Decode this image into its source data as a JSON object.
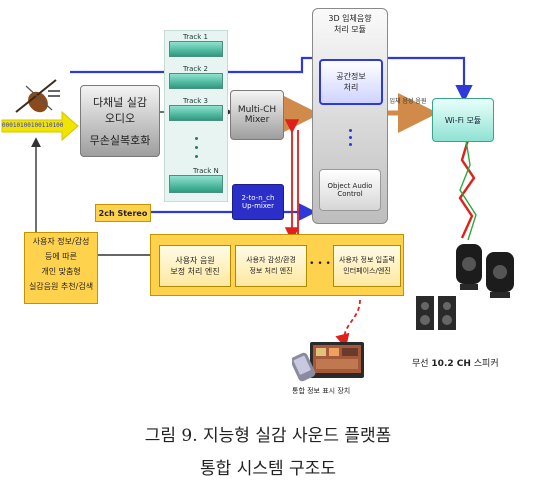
{
  "diagram": {
    "input": {
      "bitstream": "000101001001101001000100101"
    },
    "source": {
      "line1": "다채널 실감",
      "line2": "오디오",
      "line3": "무손실복호화"
    },
    "tracks": [
      {
        "label": "Track 1"
      },
      {
        "label": "Track 2"
      },
      {
        "label": "Track 3"
      },
      {
        "label": "Track N"
      }
    ],
    "mixer": {
      "line1": "Multi-CH",
      "line2": "Mixer"
    },
    "upmixer": {
      "line1": "2-to-n_ch",
      "line2": "Up-mixer"
    },
    "stereo": {
      "label": "2ch Stereo"
    },
    "render3d": {
      "title_line1": "3D 입체음향",
      "title_line2": "처리 모듈",
      "spatial_line1": "공간정보",
      "spatial_line2": "처리",
      "object_line1": "Object Audio",
      "object_line2": "Control"
    },
    "stream_label": "입체 음성 음원",
    "wifi": {
      "label": "Wi-Fi 모듈"
    },
    "user_info": {
      "lines": [
        "사용자 정보/감성",
        "등에 따른",
        "개인 맞춤형",
        "실감음원 추천/검색"
      ]
    },
    "engines": [
      {
        "line1": "사용자 음원",
        "line2": "보정 처리 엔진"
      },
      {
        "line1": "사용자 감성/환경",
        "line2": "정보 처리 엔진"
      },
      {
        "line1": "사용자 정보 입출력",
        "line2": "인터페이스/엔진"
      }
    ],
    "ellipsis": "• • •",
    "display_label": "통합 정보 표시 장치",
    "speaker_label_prefix": "무선 ",
    "speaker_label_bold": "10.2 CH",
    "speaker_label_suffix": " 스피커"
  },
  "caption": {
    "line1": "그림 9. 지능형 실감 사운드 플랫폼",
    "line2": "통합 시스템 구조도"
  },
  "colors": {
    "accent_blue": "#2d39d9",
    "accent_red": "#e0201a",
    "engine_border": "#b08a00",
    "track_teal": "#2a9d81"
  }
}
